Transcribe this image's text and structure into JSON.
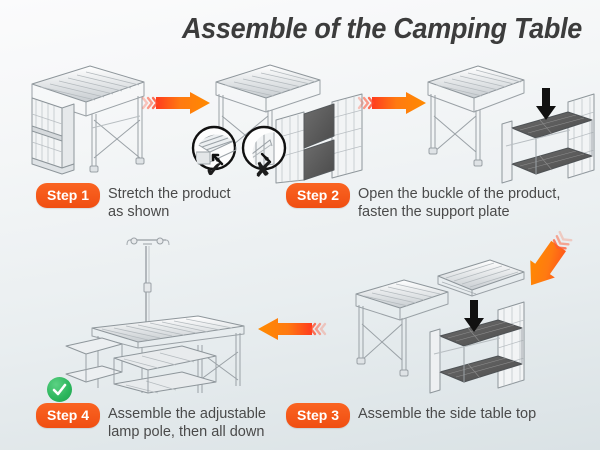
{
  "poster": {
    "title": "Assemble of the Camping Table",
    "background_top": "#fbfbfc",
    "background_bottom": "#dae2e5",
    "accent_color": "#f04e12",
    "success_color": "#2bb55c"
  },
  "steps": [
    {
      "badge": "Step 1",
      "text": "Stretch the product\nas shown",
      "illustration": "camping-table-folded-side-panels"
    },
    {
      "badge": "Step 2",
      "text": "Open the buckle of the product,\nfasten the support plate",
      "illustration": "camping-table-buckle-open-support-plate"
    },
    {
      "badge": "Step 3",
      "text": "Assemble the side table top",
      "illustration": "camping-table-side-top-placement"
    },
    {
      "badge": "Step 4",
      "text": "Assemble the adjustable\nlamp pole, then all down",
      "illustration": "camping-table-complete-with-lamp-pole"
    }
  ],
  "detail_insets": [
    {
      "name": "correct-buckle-detail",
      "mark": "✔",
      "meaning": "correct"
    },
    {
      "name": "incorrect-buckle-detail",
      "mark": "✘",
      "meaning": "incorrect"
    }
  ],
  "arrows": [
    {
      "name": "arrow-step1-to-step2",
      "direction": "right"
    },
    {
      "name": "arrow-step2-to-step2b",
      "direction": "right"
    },
    {
      "name": "arrow-down-to-step3",
      "direction": "down-left-diagonal"
    },
    {
      "name": "arrow-step3-to-step4",
      "direction": "left"
    },
    {
      "name": "arrow-insert-shelf-top",
      "direction": "down",
      "color": "#111111"
    },
    {
      "name": "arrow-insert-side-table-top",
      "direction": "down",
      "color": "#111111"
    }
  ],
  "icons": {
    "check": "✔",
    "cross": "✘"
  }
}
